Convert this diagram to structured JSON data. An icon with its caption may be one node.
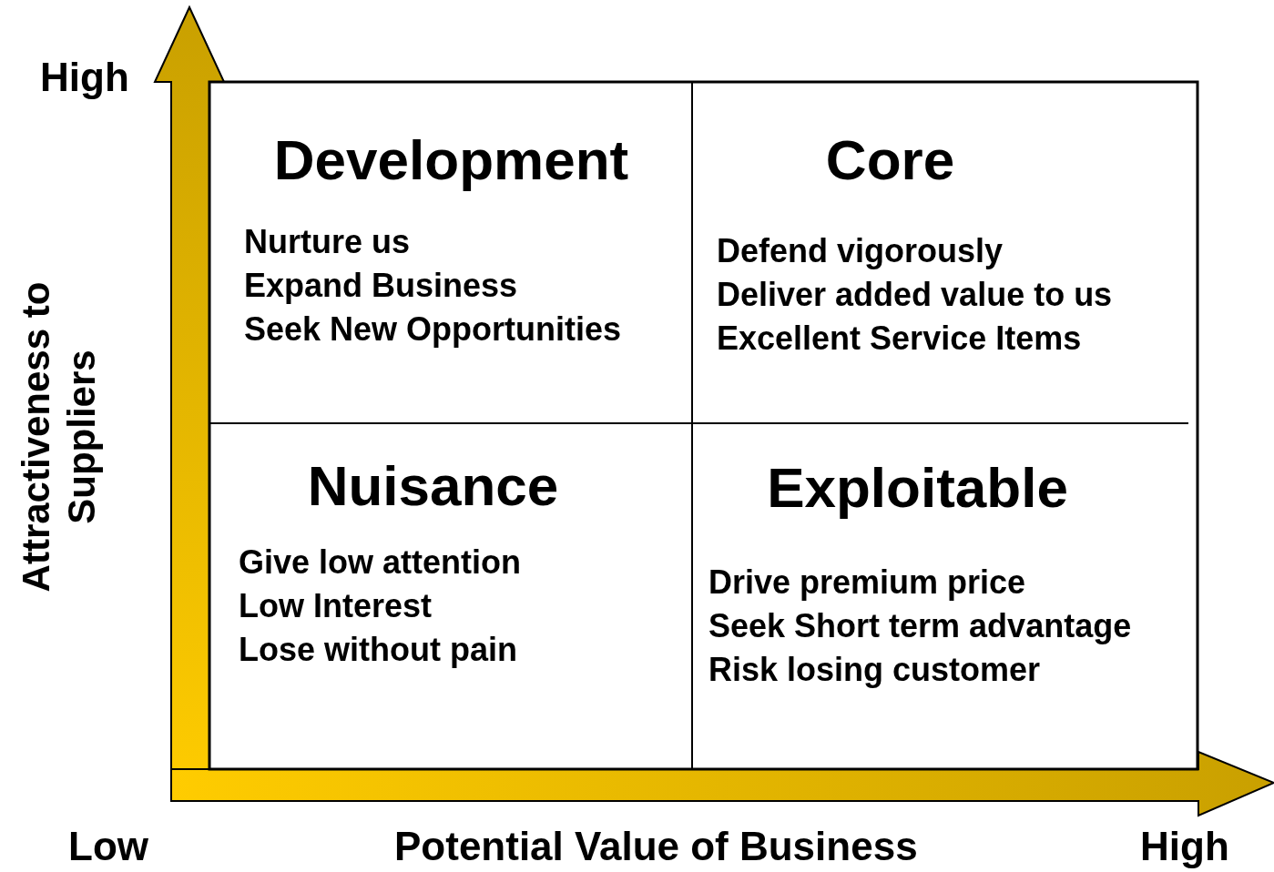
{
  "diagram": {
    "nodes": [
      {
        "text": [
          "Development",
          "Nurture us",
          "Expand Business",
          "Seek New Opportunities"
        ]
      },
      {
        "text": [
          "Core",
          "Defend vigorously",
          "Deliver added value to us",
          "Excellent Service Items"
        ]
      },
      {
        "text": [
          "Nuisance",
          "Give low attention",
          "Low Interest",
          "Lose without pain"
        ]
      },
      {
        "text": [
          "Exploitable",
          "Drive premium price",
          "Seek Short term advantage",
          "Risk losing customer"
        ]
      }
    ],
    "labels": [
      "High",
      "Attractiveness to Suppliers",
      "Low",
      "Potential Value of Business",
      "High"
    ]
  }
}
